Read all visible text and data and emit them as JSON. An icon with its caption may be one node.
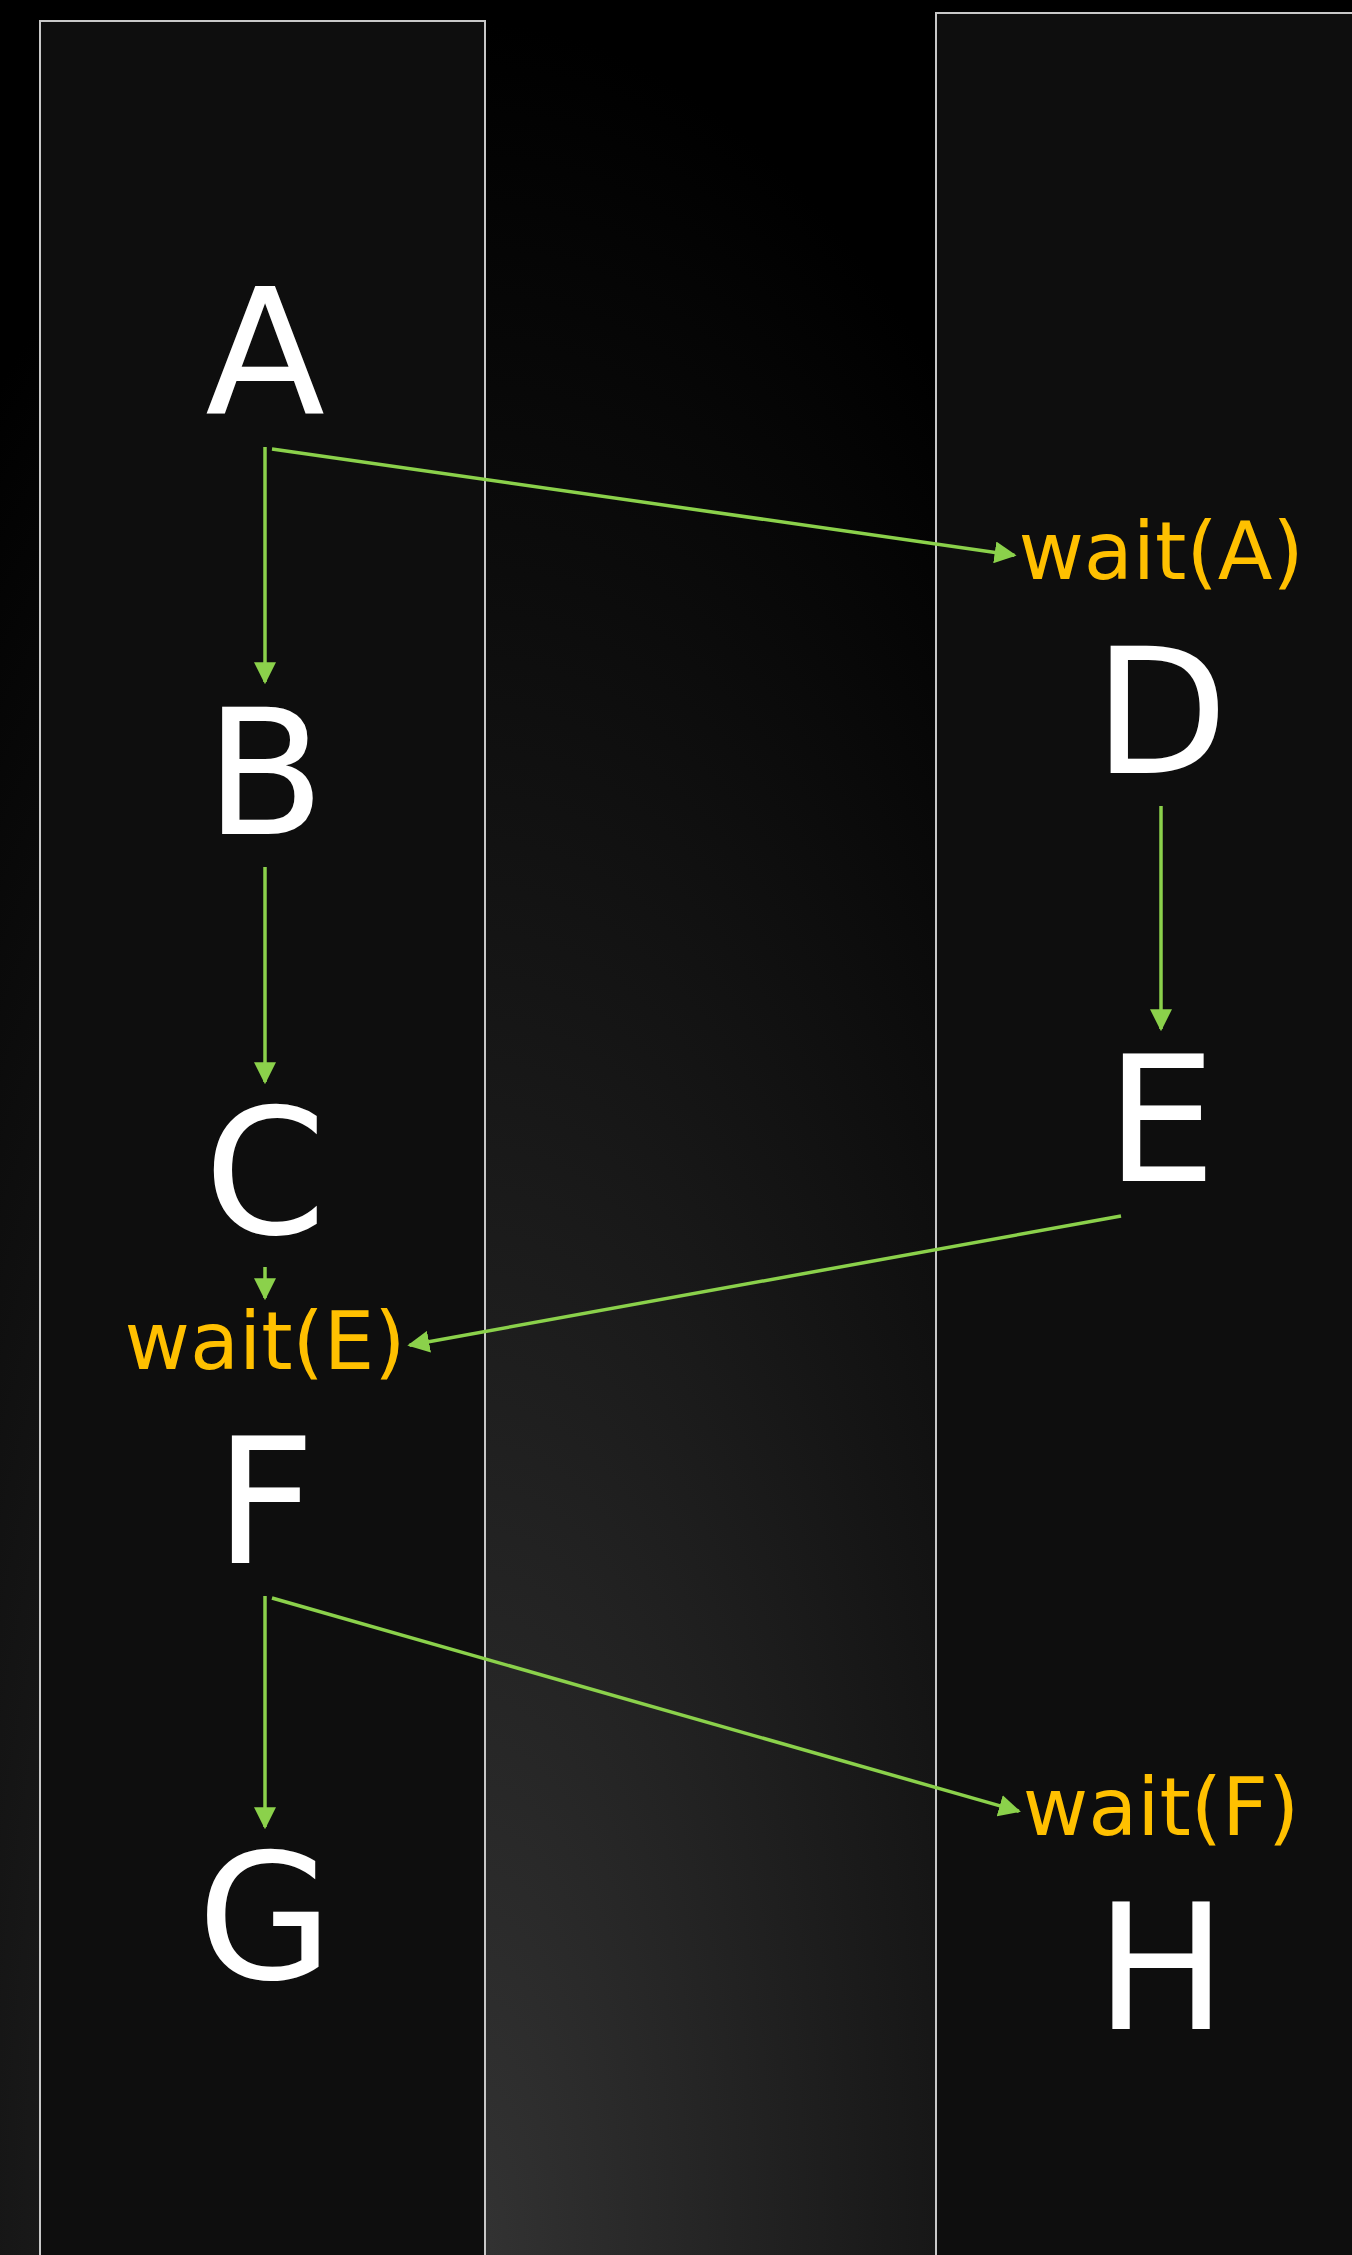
{
  "diagram": {
    "nodes": [
      {
        "text": [],
        "shape": "box"
      },
      {
        "text": [
          "A"
        ],
        "in": 0
      },
      {
        "text": [
          "B"
        ],
        "in": 0
      },
      {
        "text": [
          "C"
        ],
        "in": 0
      },
      {
        "text": [
          "F"
        ],
        "in": 0,
        "beside": [
          "wait(E)"
        ]
      },
      {
        "text": [
          "G"
        ],
        "in": 0
      },
      {
        "text": [],
        "shape": "box"
      },
      {
        "text": [
          "D"
        ],
        "in": 6,
        "beside": [
          "wait(A)"
        ]
      },
      {
        "text": [
          "E"
        ],
        "in": 6
      },
      {
        "text": [
          "H"
        ],
        "in": 6,
        "beside": [
          "wait(F)"
        ]
      }
    ],
    "edges": [
      {
        "from": 1,
        "to": 2,
        "arrow": "to"
      },
      {
        "from": 1,
        "to": 7,
        "arrow": "to"
      },
      {
        "from": 2,
        "to": 3,
        "arrow": "to"
      },
      {
        "from": 3,
        "to": 4,
        "arrow": "to"
      },
      {
        "from": 7,
        "to": 8,
        "arrow": "to"
      },
      {
        "from": 8,
        "to": 4,
        "arrow": "to"
      },
      {
        "from": 4,
        "to": 5,
        "arrow": "to"
      },
      {
        "from": 4,
        "to": 9,
        "arrow": "to"
      }
    ]
  }
}
